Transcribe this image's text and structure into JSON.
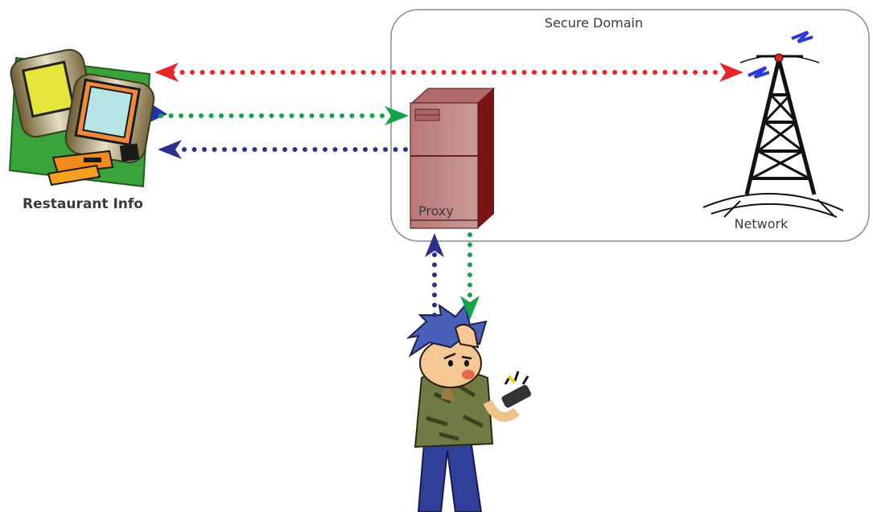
{
  "labels": {
    "domain": "Secure Domain",
    "proxy": "Proxy",
    "network": "Network",
    "restaurant": "Restaurant Info"
  },
  "colors": {
    "red_arrow": "#e8262a",
    "green_arrow": "#12a44a",
    "blue_arrow": "#2b2f8f",
    "domain_border": "#8c8c8c",
    "server_front": "#c48a8a",
    "server_side": "#7a1414"
  },
  "icons": {
    "computer": "restaurant-computer-icon",
    "server": "proxy-server-icon",
    "tower": "network-tower-icon",
    "user": "mobile-user-illustration"
  }
}
